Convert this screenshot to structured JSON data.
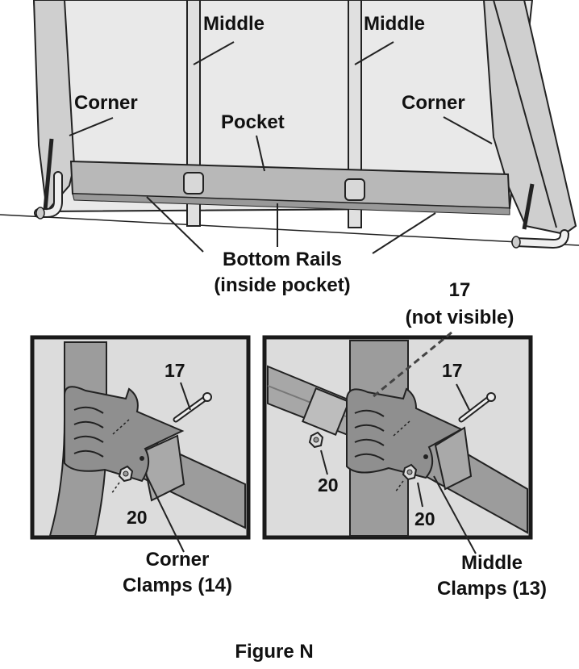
{
  "top_labels": {
    "middle_left": "Middle",
    "middle_right": "Middle",
    "corner_left": "Corner",
    "corner_right": "Corner",
    "pocket": "Pocket",
    "bottom_rails_line1": "Bottom Rails",
    "bottom_rails_line2": "(inside pocket)"
  },
  "callout_17_top": {
    "number": "17",
    "note": "(not visible)"
  },
  "left_inset": {
    "bolt_label": "17",
    "nut_label": "20",
    "caption_line1": "Corner",
    "caption_line2": "Clamps (14)"
  },
  "right_inset": {
    "bolt_label": "17",
    "nut_left_label": "20",
    "nut_right_label": "20",
    "caption_line1": "Middle",
    "caption_line2": "Clamps (13)"
  },
  "figure_caption": "Figure N",
  "colors": {
    "panel_fill": "#e6e6e6",
    "pocket_fill": "#b5b5b5",
    "inset_bg": "#dcdcdc",
    "pipe_fill": "#9a9a9a",
    "frame": "#1a1a1a"
  }
}
